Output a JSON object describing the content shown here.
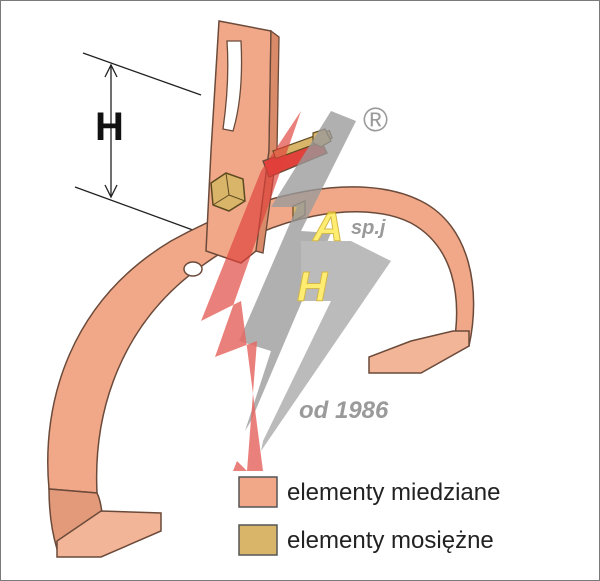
{
  "dimension": {
    "label": "H"
  },
  "logo": {
    "registered": "®",
    "suffix": "sp.j",
    "since": "od 1986"
  },
  "legend": {
    "items": [
      {
        "label": "elementy miedziane",
        "color": "#f0a889"
      },
      {
        "label": "elementy mosiężne",
        "color": "#d9b56a"
      }
    ]
  },
  "colors": {
    "copper": "#f0a889",
    "copper_dark": "#d98a68",
    "brass": "#d9b56a",
    "logo_gray": "#9a9a9a",
    "logo_red": "#e0413a",
    "logo_yellow": "#ffe84a"
  }
}
